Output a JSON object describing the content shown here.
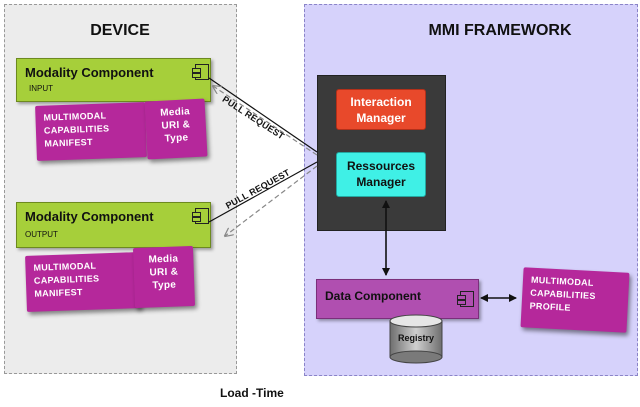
{
  "device": {
    "title": "DEVICE"
  },
  "framework": {
    "title": "MMI FRAMEWORK"
  },
  "modality_input": {
    "title": "Modality Component",
    "subtitle": "INPUT",
    "manifest_lines": [
      "MULTIMODAL",
      "CAPABILITIES",
      "MANIFEST"
    ],
    "media_lines": [
      "Media",
      "URI &",
      "Type"
    ]
  },
  "modality_output": {
    "title": "Modality Component",
    "subtitle": "OUTPUT",
    "manifest_lines": [
      "MULTIMODAL",
      "CAPABILITIES",
      "MANIFEST"
    ],
    "media_lines": [
      "Media",
      "URI &",
      "Type"
    ]
  },
  "interaction_manager": {
    "lines": [
      "Interaction",
      "Manager"
    ]
  },
  "resources_manager": {
    "lines": [
      "Ressources",
      "Manager"
    ]
  },
  "data_component": {
    "title": "Data Component"
  },
  "registry": {
    "label": "Registry"
  },
  "profile": {
    "lines": [
      "MULTIMODAL",
      "CAPABILITIES",
      "PROFILE"
    ]
  },
  "connections": {
    "pull_request_top": "PULL REQUEST",
    "pull_request_bottom": "PULL REQUEST"
  },
  "footer": {
    "label": "Load -Time"
  },
  "colors": {
    "modality": "#a6cf3a",
    "note": "#b5289b",
    "interaction_manager": "#e8492b",
    "resources_manager": "#3ff0e6",
    "data_component": "#b04fb0",
    "framework_bg": "#d6d2fb",
    "device_bg": "#ececec",
    "dark_container": "#3a3a3a"
  }
}
